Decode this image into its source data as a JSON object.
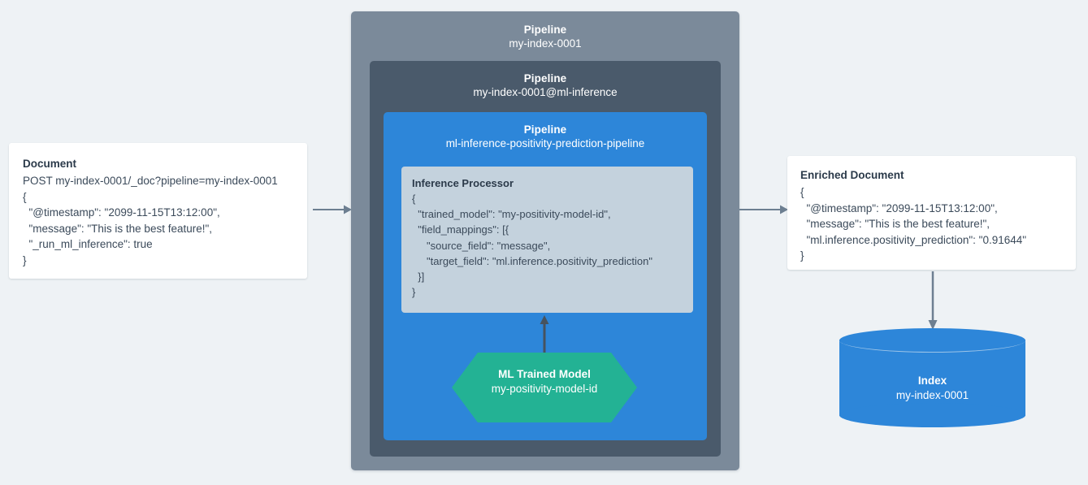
{
  "document": {
    "title": "Document",
    "lines": [
      "POST my-index-0001/_doc?pipeline=my-index-0001",
      "{",
      "  \"@timestamp\": \"2099-11-15T13:12:00\",",
      "  \"message\": \"This is the best feature!\",",
      "  \"_run_ml_inference\": true",
      "}"
    ]
  },
  "pipeline_outer": {
    "label": "Pipeline",
    "name": "my-index-0001"
  },
  "pipeline_middle": {
    "label": "Pipeline",
    "name": "my-index-0001@ml-inference"
  },
  "pipeline_inner": {
    "label": "Pipeline",
    "name": "ml-inference-positivity-prediction-pipeline"
  },
  "inference_processor": {
    "title": "Inference Processor",
    "lines": [
      "{",
      "  \"trained_model\": \"my-positivity-model-id\",",
      "  \"field_mappings\": [{",
      "     \"source_field\": \"message\",",
      "     \"target_field\": \"ml.inference.positivity_prediction\"",
      "  }]",
      "}"
    ]
  },
  "ml_model": {
    "title": "ML Trained Model",
    "name": "my-positivity-model-id"
  },
  "enriched_document": {
    "title": "Enriched Document",
    "lines": [
      "{",
      "  \"@timestamp\": \"2099-11-15T13:12:00\",",
      "  \"message\": \"This is the best feature!\",",
      "  \"ml.inference.positivity_prediction\": \"0.91644\"",
      "}"
    ]
  },
  "index": {
    "title": "Index",
    "name": "my-index-0001"
  },
  "colors": {
    "background": "#eef2f5",
    "pipeline_outer": "#7b8a9a",
    "pipeline_middle": "#4a5a6b",
    "pipeline_inner": "#2d86d9",
    "inference_processor": "#c4d2dd",
    "ml_model": "#23b294",
    "index": "#2d86d9",
    "card": "#ffffff",
    "text_dark": "#34495e",
    "arrow": "#6d7f91",
    "arrow_dark": "#47535e"
  },
  "arrows": [
    {
      "name": "document-to-pipeline",
      "direction": "right"
    },
    {
      "name": "pipeline-to-enriched-document",
      "direction": "right"
    },
    {
      "name": "ml-model-to-inference-processor",
      "direction": "up"
    },
    {
      "name": "enriched-document-to-index",
      "direction": "down"
    }
  ]
}
